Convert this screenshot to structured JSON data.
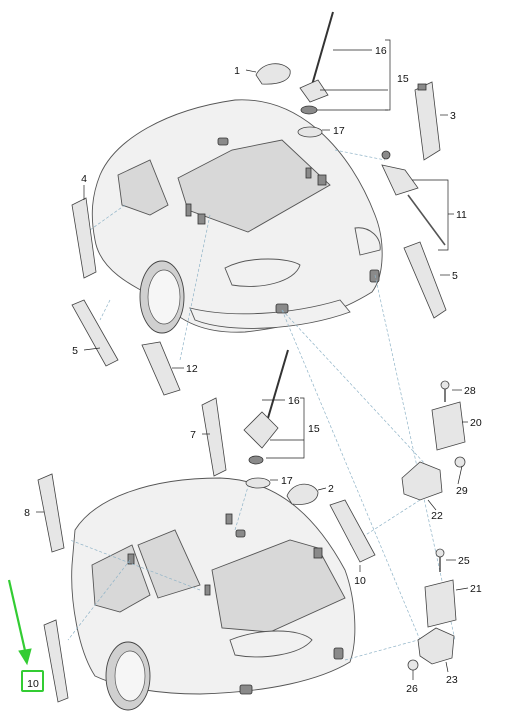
{
  "accent_color": "#33cc33",
  "callouts": {
    "c1": "1",
    "c2": "2",
    "c3": "3",
    "c4": "4",
    "c5a": "5",
    "c5b": "5",
    "c7": "7",
    "c8": "8",
    "c10a": "10",
    "c10b": "10",
    "c11": "11",
    "c12": "12",
    "c15a": "15",
    "c15b": "15",
    "c16a": "16",
    "c16b": "16",
    "c17a": "17",
    "c17b": "17",
    "c20": "20",
    "c21": "21",
    "c22": "22",
    "c23": "23",
    "c25": "25",
    "c26": "26",
    "c28": "28",
    "c29": "29"
  }
}
